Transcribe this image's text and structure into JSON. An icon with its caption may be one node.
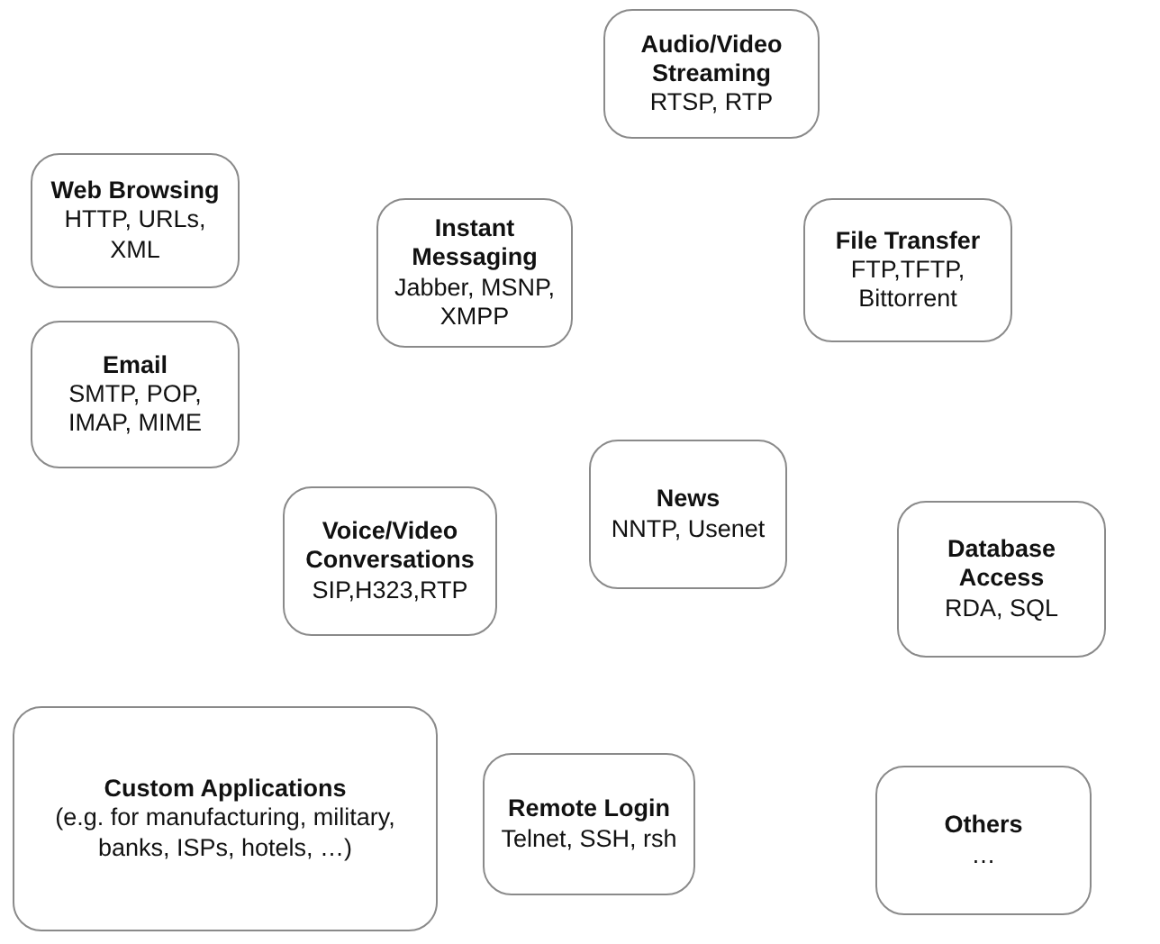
{
  "diagram": {
    "nodes": [
      {
        "text": [
          "Audio/Video Streaming",
          "RTSP, RTP"
        ]
      },
      {
        "text": [
          "Web Browsing",
          "HTTP, URLs, XML"
        ]
      },
      {
        "text": [
          "Instant Messaging",
          "Jabber, MSNP, XMPP"
        ]
      },
      {
        "text": [
          "File Transfer",
          "FTP,TFTP, Bittorrent"
        ]
      },
      {
        "text": [
          "Email",
          "SMTP, POP, IMAP, MIME"
        ]
      },
      {
        "text": [
          "News",
          "NNTP, Usenet"
        ]
      },
      {
        "text": [
          "Voice/Video Conversations",
          "SIP,H323,RTP"
        ]
      },
      {
        "text": [
          "Database Access",
          "RDA, SQL"
        ]
      },
      {
        "text": [
          "Custom Applications",
          "(e.g. for manufacturing, military, banks, ISPs, hotels, …)"
        ]
      },
      {
        "text": [
          "Remote Login",
          "Telnet, SSH, rsh"
        ]
      },
      {
        "text": [
          "Others",
          "…"
        ]
      }
    ]
  }
}
